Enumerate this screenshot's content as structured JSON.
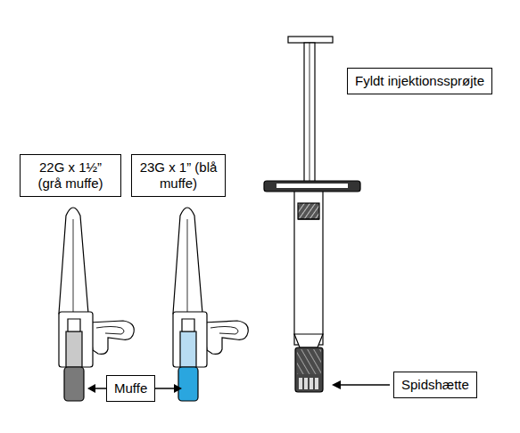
{
  "diagram": {
    "nodes": [
      {
        "text": [
          "Fyldt injektionssprøjte"
        ]
      },
      {
        "text": [
          "22G x 1½” (grå muffe)"
        ]
      },
      {
        "text": [
          "23G x 1” (blå muffe)"
        ]
      },
      {
        "text": [
          "Muffe"
        ]
      },
      {
        "text": [
          "Spidshætte"
        ]
      }
    ]
  }
}
